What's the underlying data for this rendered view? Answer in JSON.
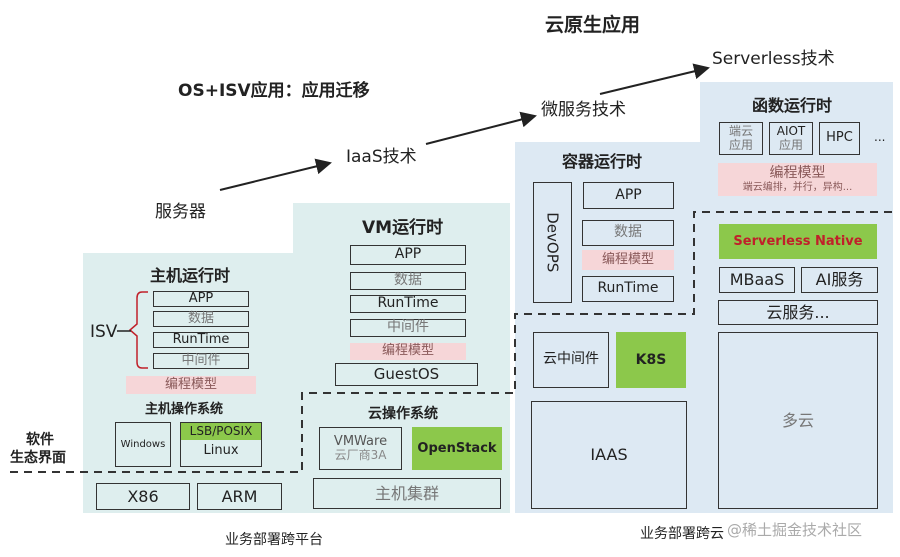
{
  "header": {
    "cloud_native_apps": "云原生应用",
    "os_isv_apps": "OS+ISV应用：应用迁移"
  },
  "evolution": {
    "server": "服务器",
    "iaas_tech": "IaaS技术",
    "microservice_tech": "微服务技术",
    "serverless_tech": "Serverless技术"
  },
  "host_runtime": {
    "title": "主机运行时",
    "isv_label": "ISV",
    "stack": [
      "APP",
      "数据",
      "RunTime",
      "中间件"
    ],
    "programming_model": "编程模型",
    "os_title": "主机操作系统",
    "windows": "Windows",
    "lsb_posix": "LSB/POSIX",
    "linux": "Linux",
    "x86": "X86",
    "arm": "ARM"
  },
  "software_eco": {
    "line1": "软件",
    "line2": "生态界面"
  },
  "vm_runtime": {
    "title": "VM运行时",
    "stack": [
      "APP",
      "数据",
      "RunTime",
      "中间件"
    ],
    "programming_model": "编程模型",
    "guest_os": "GuestOS",
    "cloud_os_title": "云操作系统",
    "vmware_line1": "VMWare",
    "vmware_line2": "云厂商3A",
    "openstack": "OpenStack",
    "host_cluster": "主机集群"
  },
  "container_runtime": {
    "title": "容器运行时",
    "devops": "DevOPS",
    "app": "APP",
    "data": "数据",
    "programming_model": "编程模型",
    "runtime": "RunTime",
    "cloud_middleware": "云中间件",
    "k8s": "K8S",
    "iaas": "IAAS"
  },
  "function_runtime": {
    "title": "函数运行时",
    "apps": [
      {
        "line1": "端云",
        "line2": "应用"
      },
      {
        "line1": "AIOT",
        "line2": "应用"
      },
      {
        "line1": "HPC",
        "line2": ""
      }
    ],
    "ellipsis": "...",
    "programming_model": "编程模型",
    "programming_model_sub": "端云编排，并行，异构...",
    "serverless_native": "Serverless Native",
    "mbaas": "MBaaS",
    "ai_service": "AI服务",
    "cloud_service": "云服务...",
    "multi_cloud": "多云"
  },
  "footer": {
    "cross_platform": "业务部署跨平台",
    "cross_cloud": "业务部署跨云",
    "watermark": "@稀土掘金技术社区"
  },
  "colors": {
    "green_accent": "#8cc84b",
    "pink_model": "#f6d6d8",
    "panel_green": "#deeeee",
    "panel_blue": "#dde9f3",
    "serverless_text": "#c0202a",
    "bracket_red": "#c0202a"
  }
}
